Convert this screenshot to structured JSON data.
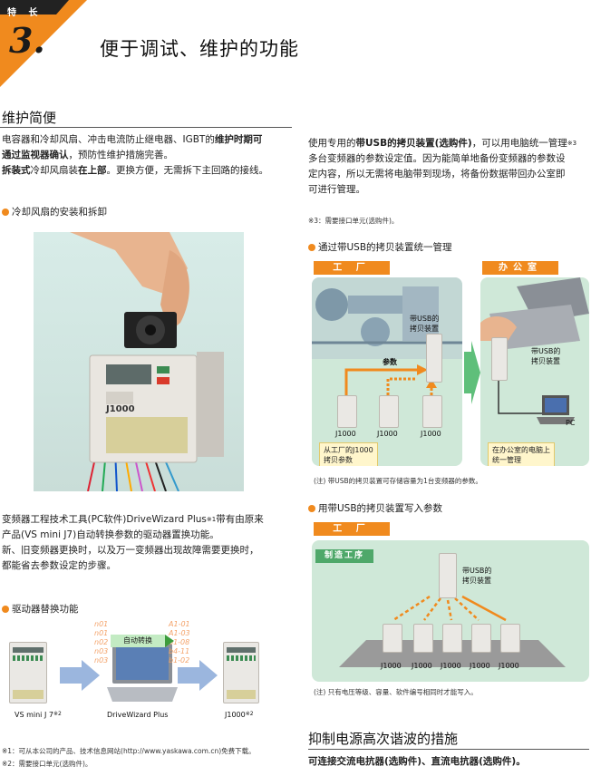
{
  "corner": {
    "tag": "特 长",
    "number": "3."
  },
  "page_title": "便于调试、维护的功能",
  "left": {
    "section_title": "维护简便",
    "para1": [
      {
        "t": "电容器和冷却风扇、冲击电流防止继电器、IGBT的",
        "b": false
      },
      {
        "t": "维护时期可",
        "b": true
      }
    ],
    "para1_line2": [
      {
        "t": "通过监视器确认",
        "b": true
      },
      {
        "t": "，预防性维护措施完善。",
        "b": false
      }
    ],
    "para1_line3": [
      {
        "t": "拆装式",
        "b": true
      },
      {
        "t": "冷却风扇装",
        "b": false
      },
      {
        "t": "在上部",
        "b": true
      },
      {
        "t": "。更换方便，无需拆下主回路的接线。",
        "b": false
      }
    ],
    "fan_bullet": "冷却风扇的安装和拆卸",
    "photo_model_label": "J1000",
    "para2_lines": [
      "变频器工程技术工具(PC软件)DriveWizard Plus",
      "产品(VS mini J7)自动转换参数的驱动器置换功能。",
      "新、旧变频器更换时，以及万一变频器出现故障需要更换时，",
      "都能省去参数设定的步骤。"
    ],
    "para2_sup": "※1",
    "para2_tail": "带有由原来",
    "replace_bullet": "驱动器替换功能",
    "auto_convert": "自动转换",
    "param_codes_left": [
      "n01",
      "n01",
      "n02",
      "n03",
      "n03"
    ],
    "param_codes_right": [
      "A1-01",
      "A1-03",
      "b1-08",
      "b4-11",
      "b1-02"
    ],
    "label_vsmini": "VS mini J 7",
    "label_vsmini_sup": "※2",
    "label_dwp": "DriveWizard Plus",
    "label_j1000": "J1000",
    "label_j1000_sup": "※2",
    "footnote1": "※1：可从本公司的产品、技术信息网站(http://www.yaskawa.com.cn)免费下载。",
    "footnote2": "※2：需要接口单元(选购件)。"
  },
  "right": {
    "para_lines": [
      "使用专用的带USB的拷贝装置(选购件)，可以用电脑统一管理",
      "多台变频器的参数设定值。因为能简单地备份变频器的参数设",
      "定内容，所以无需将电脑带到现场，将备份数据带回办公室即",
      "可进行管理。"
    ],
    "para_bold_part": "带USB的拷贝装置(选购件)",
    "para_sup": "※3",
    "note3": "※3：需要接口单元(选购件)。",
    "bullet1": "通过带USB的拷贝装置统一管理",
    "factory": "工 厂",
    "office": "办公室",
    "usb_copy_label": [
      "带USB的",
      "拷贝装置"
    ],
    "param_label": "参数",
    "inverters": [
      "J1000",
      "J1000",
      "J1000"
    ],
    "factory_box": [
      "从工厂的J1000",
      "拷贝参数"
    ],
    "office_usb_label": [
      "带USB的",
      "拷贝装置"
    ],
    "pc_label": "PC",
    "office_box": [
      "在办公室的电脑上",
      "统一管理"
    ],
    "note_a": "(注) 带USB的拷贝装置可存储容量为1台变频器的参数。",
    "bullet2": "用带USB的拷贝装置写入参数",
    "factory2": "工 厂",
    "process": "制造工序",
    "usb_copy_label2": [
      "带USB的",
      "拷贝装置"
    ],
    "inverters2": [
      "J1000",
      "J1000",
      "J1000",
      "J1000",
      "J1000"
    ],
    "note_b": "(注) 只有电压等级、容量、软件编号相同时才能写入。",
    "section2_title": "抑制电源高次谐波的措施",
    "section2_text": "可连接交流电抗器(选购件)、直流电抗器(选购件)。"
  },
  "colors": {
    "accent": "#f08a1e",
    "panel": "#cfe8d8",
    "box": "#fff6cc"
  }
}
